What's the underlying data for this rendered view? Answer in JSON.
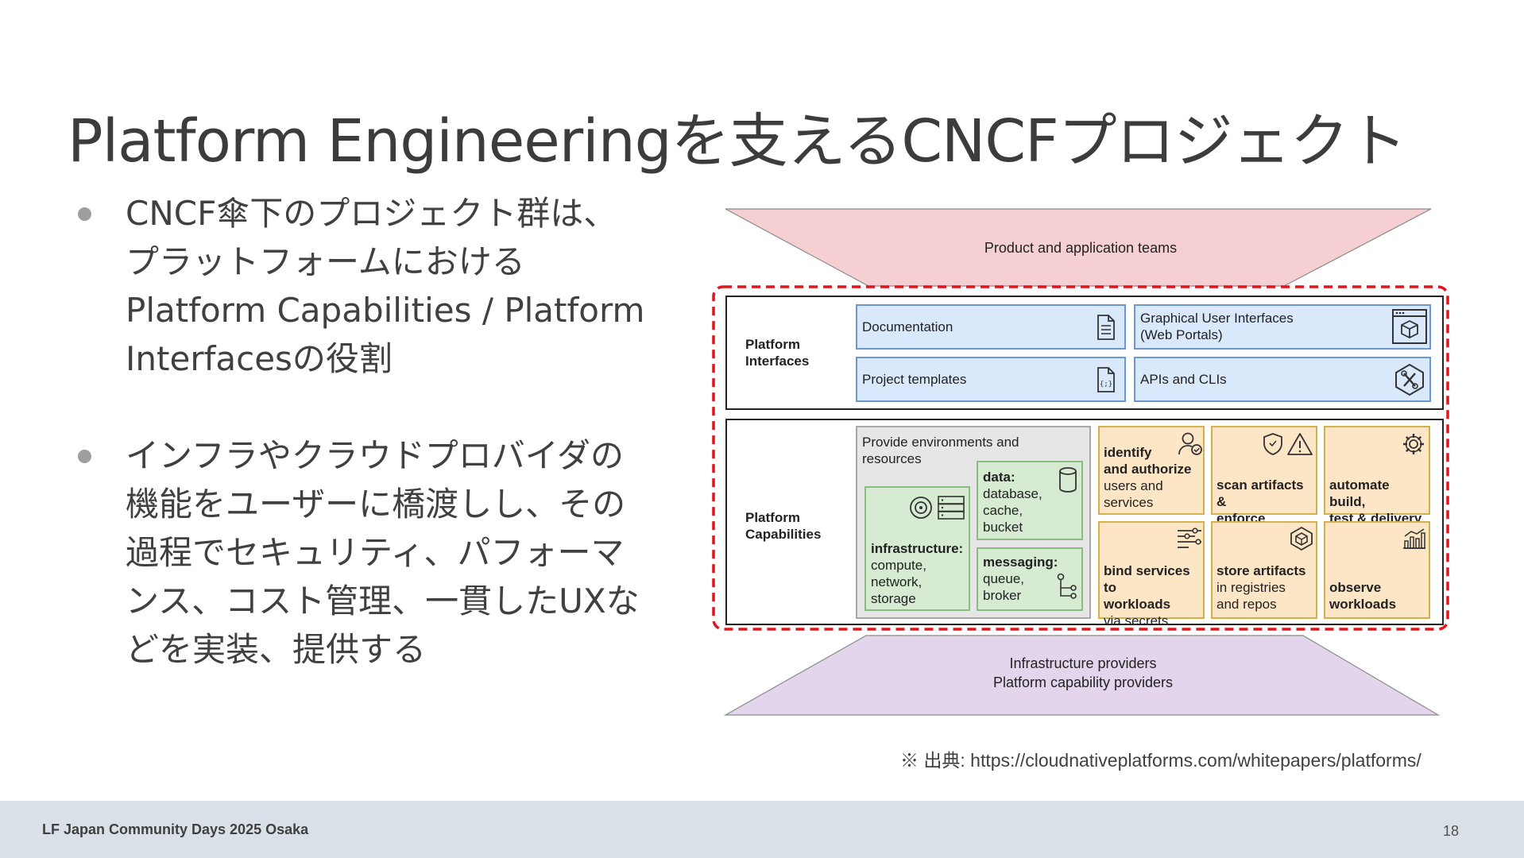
{
  "slide": {
    "title": "Platform Engineeringを支えるCNCFプロジェクト",
    "bullets": [
      {
        "lines": [
          "CNCF傘下のプロジェクト群は、",
          "プラットフォームにおける",
          "Platform Capabilities / Platform",
          "Interfacesの役割"
        ]
      },
      {
        "lines": [
          "インフラやクラウドプロバイダの",
          "機能をユーザーに橋渡しし、その",
          "過程でセキュリティ、パフォーマ",
          "ンス、コスト管理、一貫したUXな",
          "どを実装、提供する"
        ]
      }
    ],
    "source": "※ 出典: https://cloudnativeplatforms.com/whitepapers/platforms/"
  },
  "diagram": {
    "top_layer": "Product and application teams",
    "interfaces": {
      "label_lines": [
        "Platform",
        "Interfaces"
      ],
      "items": {
        "documentation": "Documentation",
        "gui_line1": "Graphical User Interfaces",
        "gui_line2": "(Web Portals)",
        "templates": "Project templates",
        "apis": "APIs and CLIs"
      }
    },
    "capabilities": {
      "label_lines": [
        "Platform",
        "Capabilities"
      ],
      "env_lines": [
        "Provide environments and",
        "resources"
      ],
      "infra": {
        "title": "infrastructure:",
        "lines": [
          "compute,",
          "network,",
          "storage"
        ]
      },
      "data": {
        "title": "data:",
        "lines": [
          "database,",
          "cache,",
          "bucket"
        ]
      },
      "messaging": {
        "title": "messaging:",
        "lines": [
          "queue,",
          "broker"
        ]
      },
      "identify": {
        "title_lines": [
          "identify",
          "and authorize"
        ],
        "lines": [
          "users and",
          "services"
        ]
      },
      "scan": {
        "title_lines": [
          "scan artifacts &",
          "enforce policies"
        ]
      },
      "automate": {
        "title_lines": [
          "automate build,",
          "test & delivery"
        ]
      },
      "bind": {
        "title_lines": [
          "bind services to",
          "workloads"
        ],
        "lines": [
          "via secrets"
        ]
      },
      "store": {
        "title_lines": [
          "store artifacts"
        ],
        "lines": [
          "in registries",
          "and repos"
        ]
      },
      "observe": {
        "title_lines": [
          "observe",
          "workloads"
        ]
      }
    },
    "bottom_layer_lines": [
      "Infrastructure providers",
      "Platform capability providers"
    ],
    "colors": {
      "top_layer": "#f5cfd1",
      "bottom_layer": "#e3d6ec",
      "blue_fill": "#d9e8fb",
      "orange_fill": "#fde6c6",
      "green_fill": "#d7ebd2",
      "highlight_border": "#e0151c"
    },
    "icons": [
      "document-icon",
      "web-portal-icon",
      "code-template-icon",
      "tools-icon",
      "infrastructure-icon",
      "database-icon",
      "messaging-icon",
      "user-check-icon",
      "shield-warning-icon",
      "gear-icon",
      "sliders-icon",
      "box-icon",
      "chart-icon"
    ]
  },
  "footer": {
    "event": "LF Japan Community Days 2025 Osaka",
    "page": "18"
  }
}
